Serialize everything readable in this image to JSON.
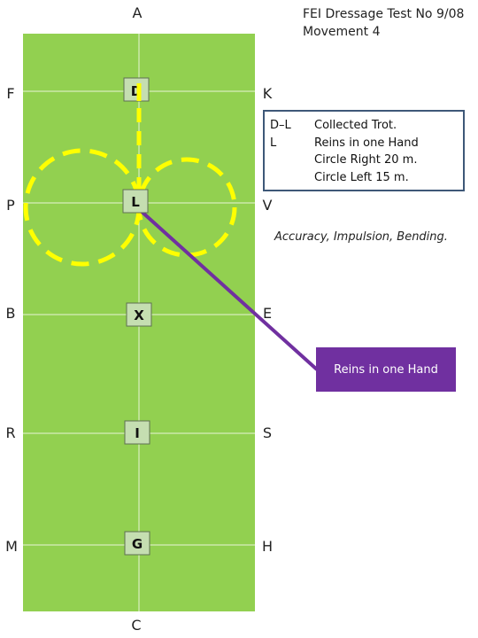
{
  "title": {
    "line1": "FEI Dressage Test No 9/08",
    "line2": "Movement 4"
  },
  "arena": {
    "color": "#92d050",
    "letters_top": "A",
    "letters_bottom": "C",
    "letters_left": [
      "F",
      "P",
      "B",
      "R",
      "M"
    ],
    "letters_right": [
      "K",
      "V",
      "E",
      "S",
      "H"
    ],
    "centerline_markers": [
      "D",
      "L",
      "X",
      "I",
      "G"
    ]
  },
  "info_box": {
    "rows": [
      {
        "code": "D–L",
        "text": "Collected Trot."
      },
      {
        "code": "L",
        "text": "Reins in one Hand"
      },
      {
        "code": "",
        "text": "Circle Right 20 m."
      },
      {
        "code": "",
        "text": "Circle Left 15 m."
      }
    ]
  },
  "notes": "Accuracy, Impulsion, Bending.",
  "callout": {
    "text": "Reins in one Hand",
    "color": "#7030a0"
  },
  "path_color": "#ffff00"
}
